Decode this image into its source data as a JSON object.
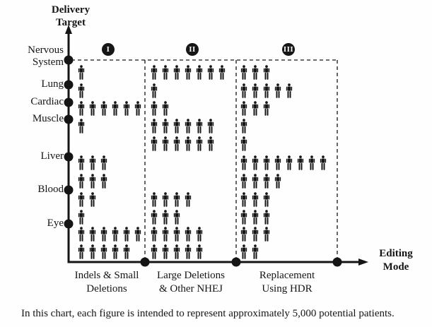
{
  "caption": "In this chart, each figure is intended to represent approximately 5,000 potential patients.",
  "y_axis": {
    "title_lines": [
      "Delivery",
      "Target"
    ]
  },
  "x_axis": {
    "title_lines": [
      "Editing",
      "Mode"
    ]
  },
  "chart_data": {
    "type": "pictograph",
    "title": "",
    "y_label": "Delivery Target",
    "x_label": "Editing Mode",
    "unit_per_figure": "approximately 5,000 potential patients",
    "legend_position": "bottom-caption",
    "grid": false,
    "y_categories": [
      {
        "label": "Nervous System",
        "label_lines": [
          "Nervous",
          "System"
        ]
      },
      {
        "label": "Lung",
        "label_lines": [
          "Lung"
        ]
      },
      {
        "label": "Cardiac",
        "label_lines": [
          "Cardiac"
        ]
      },
      {
        "label": "Muscle",
        "label_lines": [
          "Muscle"
        ]
      },
      {
        "label": "Liver",
        "label_lines": [
          "Liver"
        ]
      },
      {
        "label": "Blood",
        "label_lines": [
          "Blood"
        ]
      },
      {
        "label": "Eye",
        "label_lines": [
          "Eye"
        ]
      }
    ],
    "regions": [
      {
        "numeral": "I",
        "label": "Indels & Small Deletions",
        "label_lines": [
          "Indels & Small",
          "Deletions"
        ],
        "figure_rows": {
          "Nervous System": [
            1
          ],
          "Lung": [
            1
          ],
          "Cardiac": [
            6
          ],
          "Muscle": [
            1
          ],
          "Liver": [
            3,
            3
          ],
          "Blood": [
            2,
            1
          ],
          "Eye": [
            6,
            5
          ]
        },
        "totals": {
          "Nervous System": 1,
          "Lung": 1,
          "Cardiac": 6,
          "Muscle": 1,
          "Liver": 6,
          "Blood": 3,
          "Eye": 11,
          "all_figures": 29
        }
      },
      {
        "numeral": "II",
        "label": "Large Deletions & Other NHEJ",
        "label_lines": [
          "Large Deletions",
          "& Other NHEJ"
        ],
        "figure_rows": {
          "Nervous System": [
            7
          ],
          "Lung": [
            1
          ],
          "Cardiac": [
            2
          ],
          "Muscle": [
            6,
            6
          ],
          "Liver": [],
          "Blood": [
            4,
            3
          ],
          "Eye": [
            5,
            5
          ]
        },
        "totals": {
          "Nervous System": 7,
          "Lung": 1,
          "Cardiac": 2,
          "Muscle": 12,
          "Liver": 0,
          "Blood": 7,
          "Eye": 10,
          "all_figures": 39
        }
      },
      {
        "numeral": "III",
        "label": "Replacement Using HDR",
        "label_lines": [
          "Replacement",
          "Using HDR"
        ],
        "figure_rows": {
          "Nervous System": [
            3
          ],
          "Lung": [
            5
          ],
          "Cardiac": [
            3
          ],
          "Muscle": [
            1,
            1
          ],
          "Liver": [
            8,
            4
          ],
          "Blood": [
            3,
            3
          ],
          "Eye": [
            3,
            2
          ]
        },
        "totals": {
          "Nervous System": 3,
          "Lung": 5,
          "Cardiac": 3,
          "Muscle": 2,
          "Liver": 12,
          "Blood": 6,
          "Eye": 5,
          "all_figures": 36
        }
      }
    ],
    "colors": {
      "figure": "#151515",
      "axis": "#151515",
      "text": "#151515",
      "background": "#fefefe"
    }
  }
}
